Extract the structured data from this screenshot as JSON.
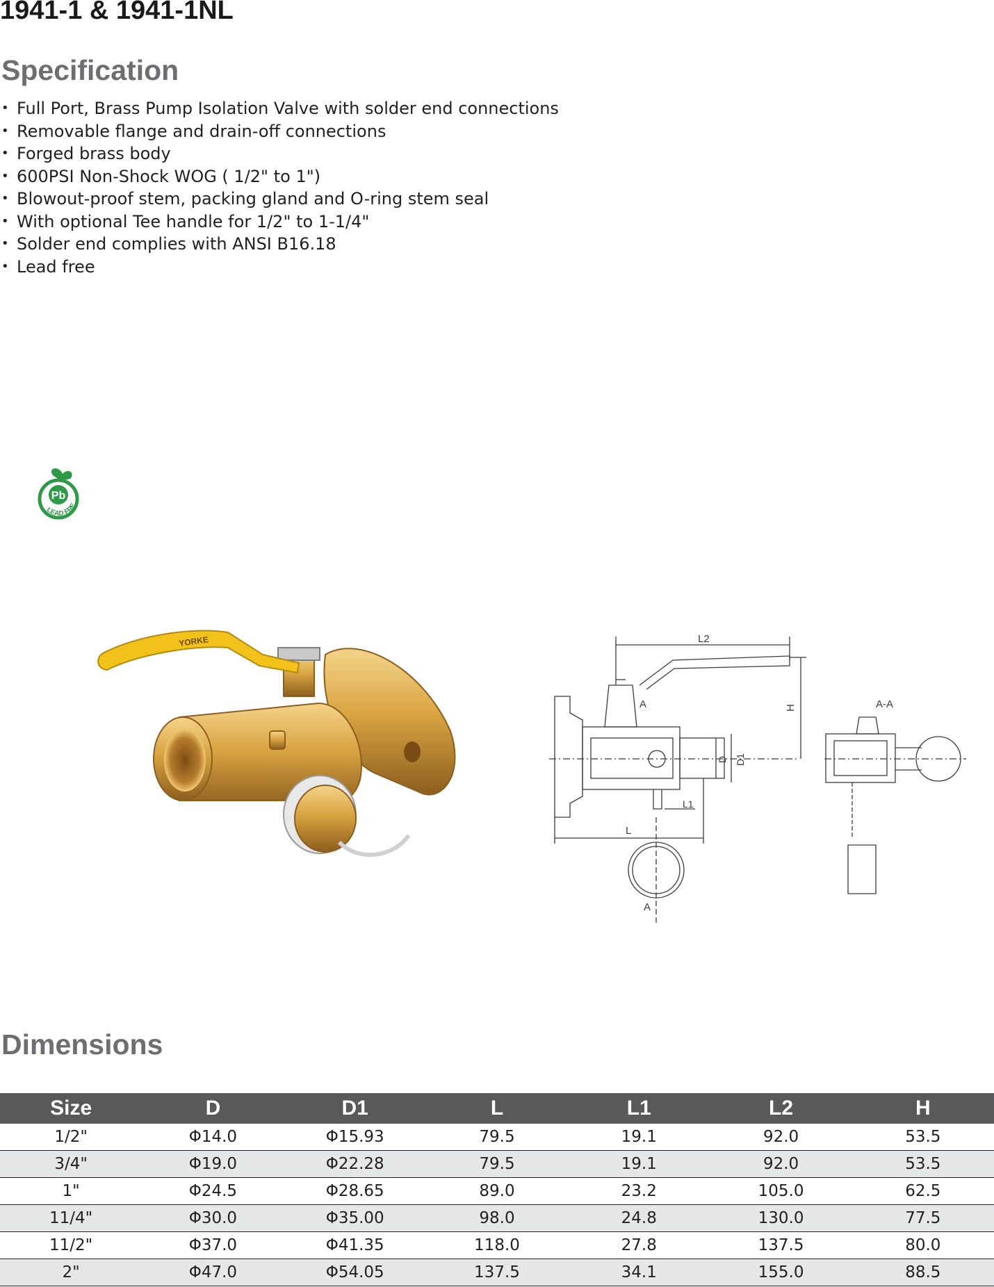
{
  "header": {
    "model": "1941-1 & 1941-1NL"
  },
  "specification": {
    "title": "Specification",
    "items": [
      "Full Port, Brass Pump Isolation Valve with solder end connections",
      "Removable flange and drain-off connections",
      "Forged brass body",
      "600PSI Non-Shock WOG ( 1/2\"  to 1\")",
      "Blowout-proof stem, packing gland and O-ring stem seal",
      "With optional Tee handle for 1/2\"  to 1-1/4\"",
      "Solder end complies with ANSI B16.18",
      "Lead free"
    ]
  },
  "lead_free_badge": {
    "symbol": "Pb",
    "text": "LEAD FREE",
    "color": "#2e9a47"
  },
  "product_photo": {
    "handle_text": "YORKE"
  },
  "drawing": {
    "labels": {
      "l2": "L2",
      "h": "H",
      "a_top": "A",
      "a_bottom": "A",
      "d": "D",
      "d1": "D1",
      "l1": "L1",
      "l": "L",
      "section": "A-A"
    }
  },
  "dimensions": {
    "title": "Dimensions",
    "columns": [
      "Size",
      "D",
      "D1",
      "L",
      "L1",
      "L2",
      "H"
    ],
    "rows": [
      [
        "1/2\"",
        "Φ14.0",
        "Φ15.93",
        "79.5",
        "19.1",
        "92.0",
        "53.5"
      ],
      [
        "3/4\"",
        "Φ19.0",
        "Φ22.28",
        "79.5",
        "19.1",
        "92.0",
        "53.5"
      ],
      [
        "1\"",
        "Φ24.5",
        "Φ28.65",
        "89.0",
        "23.2",
        "105.0",
        "62.5"
      ],
      [
        "11/4\"",
        "Φ30.0",
        "Φ35.00",
        "98.0",
        "24.8",
        "130.0",
        "77.5"
      ],
      [
        "11/2\"",
        "Φ37.0",
        "Φ41.35",
        "118.0",
        "27.8",
        "137.5",
        "80.0"
      ],
      [
        "2\"",
        "Φ47.0",
        "Φ54.05",
        "137.5",
        "34.1",
        "155.0",
        "88.5"
      ]
    ]
  },
  "colors": {
    "header_gray": "#58595b",
    "row_alt": "#e6e7e8",
    "title_gray": "#6d6e71",
    "brass": "#d9a441",
    "handle_yellow": "#f2c21b"
  }
}
